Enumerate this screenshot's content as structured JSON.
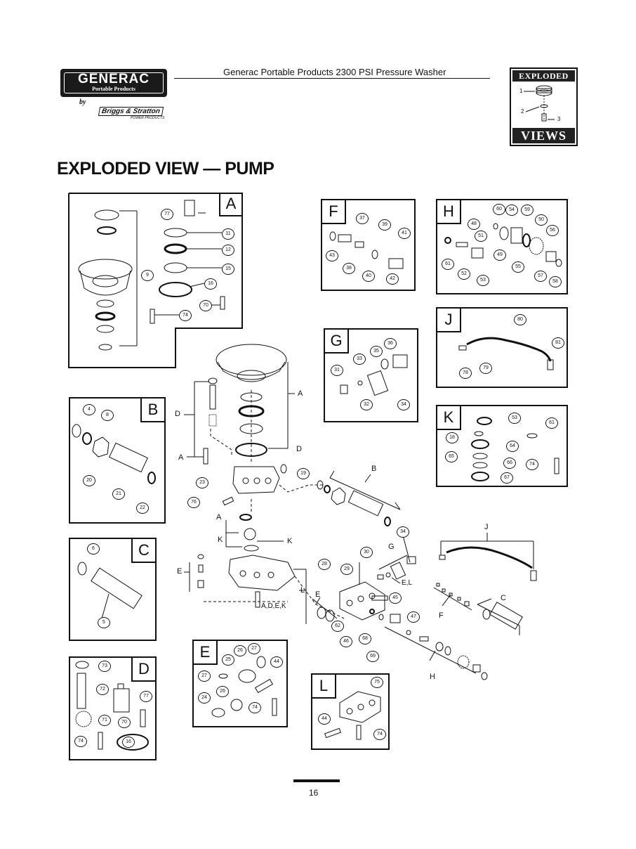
{
  "header": {
    "brand": "GENERAC",
    "brand_sub": "Portable Products",
    "by": "by",
    "partner": "Briggs & Stratton",
    "partner_sub": "POWER PRODUCTS",
    "title": "Generac Portable Products 2300 PSI Pressure Washer",
    "badge_top": "EXPLODED",
    "badge_bottom": "VIEWS",
    "badge_callouts": [
      "1",
      "2",
      "3"
    ]
  },
  "page_title": "EXPLODED VIEW — PUMP",
  "panels": {
    "A": {
      "letter": "A",
      "callouts": [
        "77",
        "11",
        "12",
        "15",
        "16",
        "70",
        "74",
        "9"
      ]
    },
    "B": {
      "letter": "B",
      "callouts": [
        "4",
        "8",
        "20",
        "21",
        "22"
      ]
    },
    "C": {
      "letter": "C",
      "callouts": [
        "6",
        "5"
      ]
    },
    "D": {
      "letter": "D",
      "callouts": [
        "73",
        "72",
        "77",
        "71",
        "70",
        "74",
        "16"
      ]
    },
    "E": {
      "letter": "E",
      "callouts": [
        "25",
        "26",
        "27",
        "44",
        "27",
        "24",
        "26",
        "74"
      ]
    },
    "F": {
      "letter": "F",
      "callouts": [
        "37",
        "39",
        "41",
        "43",
        "38",
        "40",
        "42"
      ]
    },
    "G": {
      "letter": "G",
      "callouts": [
        "33",
        "35",
        "36",
        "31",
        "32",
        "34"
      ]
    },
    "H": {
      "letter": "H",
      "callouts": [
        "60",
        "54",
        "59",
        "48",
        "50",
        "51",
        "56",
        "49",
        "61",
        "52",
        "55",
        "53",
        "57",
        "58"
      ]
    },
    "J": {
      "letter": "J",
      "callouts": [
        "80",
        "81",
        "78",
        "79"
      ]
    },
    "K": {
      "letter": "K",
      "callouts": [
        "53",
        "61",
        "18",
        "64",
        "65",
        "66",
        "74",
        "67"
      ]
    },
    "L": {
      "letter": "L",
      "callouts": [
        "75",
        "44",
        "74"
      ]
    }
  },
  "main_labels": {
    "A1": "A",
    "D1": "D",
    "A2": "A",
    "D2": "D",
    "B": "B",
    "A3": "A",
    "K1": "K",
    "K2": "K",
    "E1": "E",
    "L": "L",
    "adek": "A,D,E,K",
    "J": "J",
    "G": "G",
    "EL": "E,L",
    "E2": "E",
    "C": "C",
    "F": "F",
    "H": "H"
  },
  "main_callouts": [
    "19",
    "23",
    "76",
    "34",
    "30",
    "28",
    "29",
    "45",
    "62",
    "46",
    "68",
    "47",
    "69"
  ],
  "page_number": "16"
}
